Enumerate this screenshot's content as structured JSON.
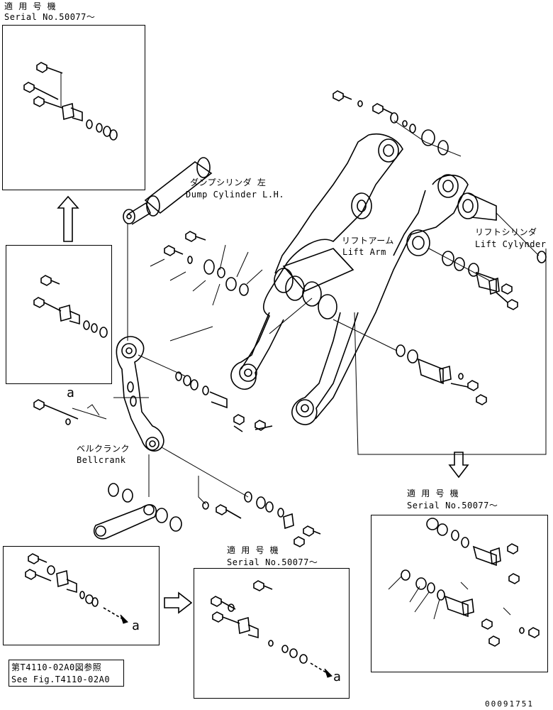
{
  "labels": {
    "serial_top_left_jp": "適 用 号 機",
    "serial_top_left": "Serial No.50077〜",
    "dump_cylinder_jp": "ダンプシリンダ 左",
    "dump_cylinder": "Dump Cylinder L.H.",
    "lift_arm_jp": "リフトアーム",
    "lift_arm": "Lift Arm",
    "lift_cylinder_jp": "リフトシリンダ",
    "lift_cylinder": "Lift Cylynder",
    "bellcrank_jp": "ベルクランク",
    "bellcrank": "Bellcrank",
    "serial_right_jp": "適 用 号 機",
    "serial_right": "Serial No.50077〜",
    "serial_bottom_jp": "適 用 号 機",
    "serial_bottom": "Serial No.50077〜",
    "ref_jp": "第T4110-02A0図参照",
    "ref": "See Fig.T4110-02A0",
    "arrow_a_top": "a",
    "arrow_a_left": "a",
    "arrow_a_bottom": "a",
    "figure_code": "00091751"
  },
  "icons": {
    "flow_arrow_up": "hollow-arrow-up-icon",
    "flow_arrow_down": "hollow-arrow-down-icon",
    "flow_arrow_right": "hollow-arrow-right-icon"
  },
  "colors": {
    "line": "#000000",
    "background": "#ffffff"
  }
}
